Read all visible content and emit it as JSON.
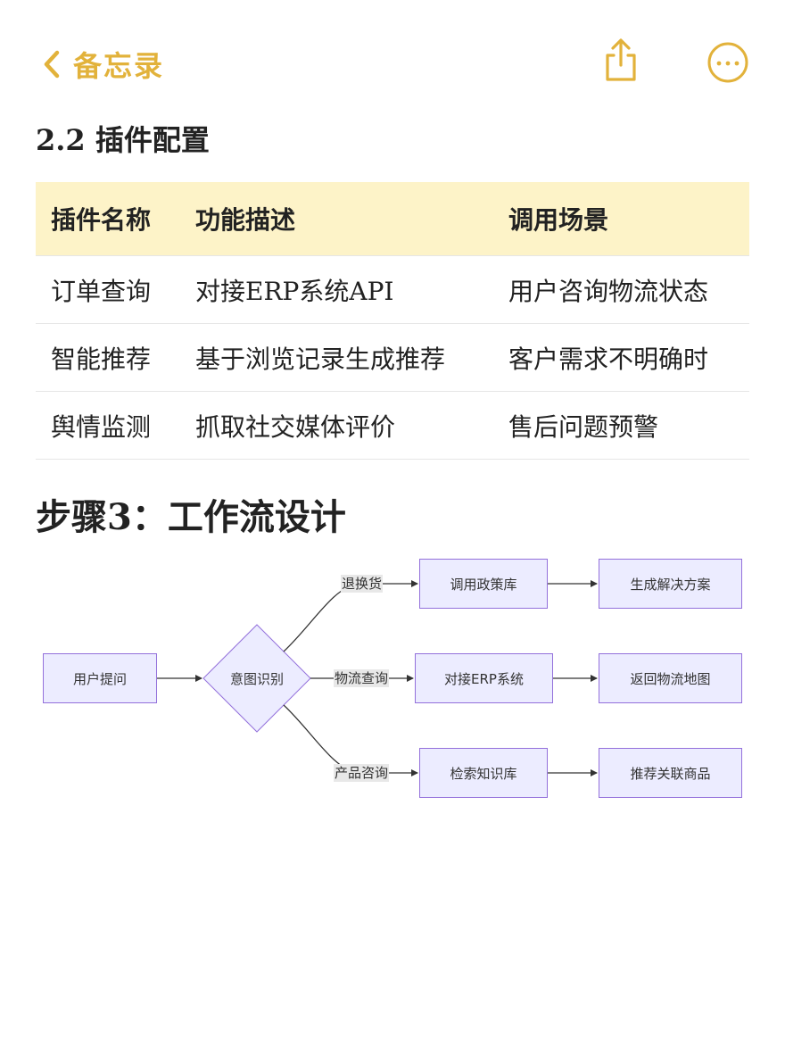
{
  "nav": {
    "back_label": "备忘录",
    "back_icon": "chevron-left-icon",
    "share_icon": "share-icon",
    "more_icon": "more-icon",
    "accent": "#e2b23b"
  },
  "section_title": "2.2 插件配置",
  "table": {
    "headers": [
      "插件名称",
      "功能描述",
      "调用场景"
    ],
    "rows": [
      [
        "订单查询",
        "对接ERP系统API",
        "用户咨询物流状态"
      ],
      [
        "智能推荐",
        "基于浏览记录生成推荐",
        "客户需求不明确时"
      ],
      [
        "舆情监测",
        "抓取社交媒体评价",
        "售后问题预警"
      ]
    ],
    "header_bg": "#fdf3c8"
  },
  "step_title": "步骤3：工作流设计",
  "flow": {
    "start": "用户提问",
    "decision": "意图识别",
    "branches": [
      {
        "edge_label": "退换货",
        "step1": "调用政策库",
        "step2": "生成解决方案"
      },
      {
        "edge_label": "物流查询",
        "step1": "对接ERP系统",
        "step2": "返回物流地图"
      },
      {
        "edge_label": "产品咨询",
        "step1": "检索知识库",
        "step2": "推荐关联商品"
      }
    ],
    "node_fill": "#ececff",
    "node_stroke": "#9370db"
  }
}
